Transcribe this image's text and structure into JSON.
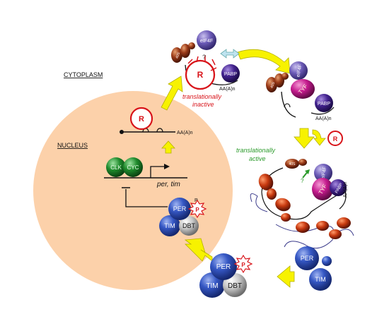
{
  "compartments": {
    "cytoplasm": "CYTOPLASM",
    "nucleus": "NUCLEUS"
  },
  "labels": {
    "translationally_inactive_1": "translationally",
    "translationally_inactive_2": "inactive",
    "translationally_active_1": "translationally",
    "translationally_active_2": "active",
    "gene_names": "per, tim",
    "question_mark": "?"
  },
  "molecules": {
    "repressor": "R",
    "clk": "CLK",
    "cyc": "CYC",
    "per": "PER",
    "tim": "TIM",
    "dbt": "DBT",
    "phospho": "P",
    "pabp": "PABP",
    "eif4f": "eIF4F",
    "tyf": "TYF",
    "subunit_40s": "40S",
    "poly_a": "AA(A)n"
  },
  "colors": {
    "nucleus_fill": "#fcd1aa",
    "arrow_yellow": "#f7f200",
    "repressor_red": "#d8141a",
    "per_blue": "#2f4fb5",
    "dbt_grey": "#bdbdbd",
    "clk_green": "#1e8a2a",
    "pabp_purple": "#3d1e8c",
    "tyf_magenta": "#c21a8c",
    "eif4f_violet": "#6a59b5",
    "ribosome_red": "#c8380f",
    "active_green": "#2a9a2a"
  }
}
